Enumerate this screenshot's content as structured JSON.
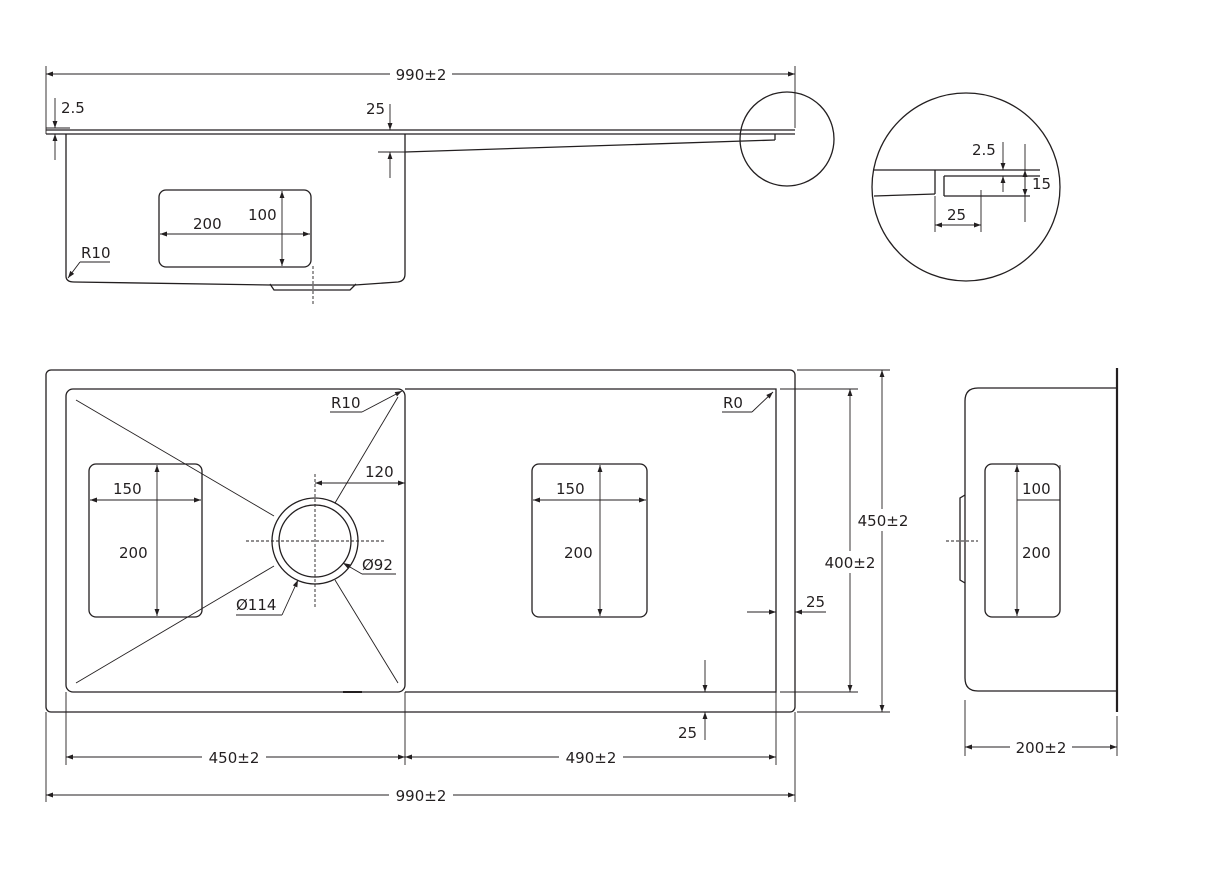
{
  "side_view": {
    "overall_width": "990±2",
    "flange_thickness": "2.5",
    "drainer_drop": "25",
    "label_width": "200",
    "label_height": "100",
    "corner_radius": "R10"
  },
  "detail_view": {
    "thickness": "2.5",
    "height": "15",
    "offset": "25"
  },
  "plan_view": {
    "corner_radius_bowl": "R10",
    "corner_radius_drainer": "R0",
    "drain_offset": "120",
    "drain_inner_dia": "Ø92",
    "drain_outer_dia": "Ø114",
    "left_label_width": "150",
    "left_label_height": "200",
    "right_label_width": "150",
    "right_label_height": "200",
    "bowl_width": "450±2",
    "drainer_width": "490±2",
    "overall_width": "990±2",
    "overall_depth": "450±2",
    "inner_depth": "400±2",
    "rim_right": "25",
    "rim_bottom": "25"
  },
  "end_view": {
    "label_width": "100",
    "label_height": "200",
    "depth": "200±2"
  }
}
